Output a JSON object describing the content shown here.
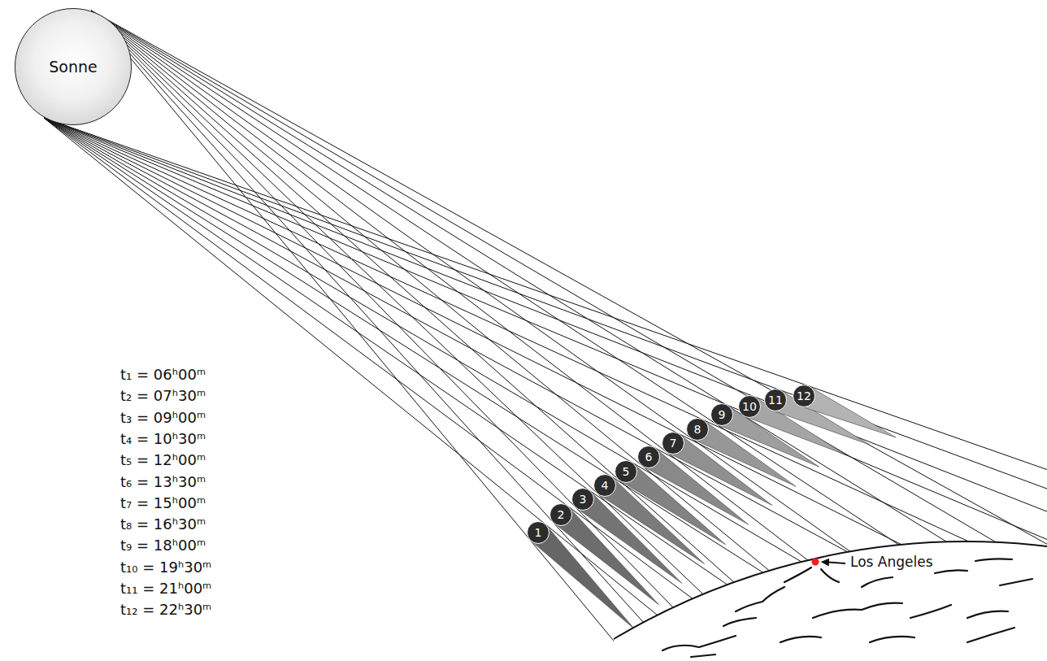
{
  "diagram": {
    "nodes": [
      {
        "text": [
          "Sonne"
        ]
      },
      {
        "text": [
          "1"
        ]
      },
      {
        "text": [
          "2"
        ]
      },
      {
        "text": [
          "3"
        ]
      },
      {
        "text": [
          "4"
        ]
      },
      {
        "text": [
          "5"
        ]
      },
      {
        "text": [
          "6"
        ]
      },
      {
        "text": [
          "7"
        ]
      },
      {
        "text": [
          "8"
        ]
      },
      {
        "text": [
          "9"
        ]
      },
      {
        "text": [
          "10"
        ]
      },
      {
        "text": [
          "11"
        ]
      },
      {
        "text": [
          "12"
        ]
      }
    ],
    "labels": [
      "t₁ = 06ʰ00ᵐ",
      "t₂ = 07ʰ30ᵐ",
      "t₃ = 09ʰ00ᵐ",
      "t₄ = 10ʰ30ᵐ",
      "t₅ = 12ʰ00ᵐ",
      "t₆ = 13ʰ30ᵐ",
      "t₇ = 15ʰ00ᵐ",
      "t₈ = 16ʰ30ᵐ",
      "t₉ = 18ʰ00ᵐ",
      "t₁₀ = 19ʰ30ᵐ",
      "t₁₁ = 21ʰ00ᵐ",
      "t₁₂ = 22ʰ30ᵐ",
      "Los Angeles"
    ]
  }
}
